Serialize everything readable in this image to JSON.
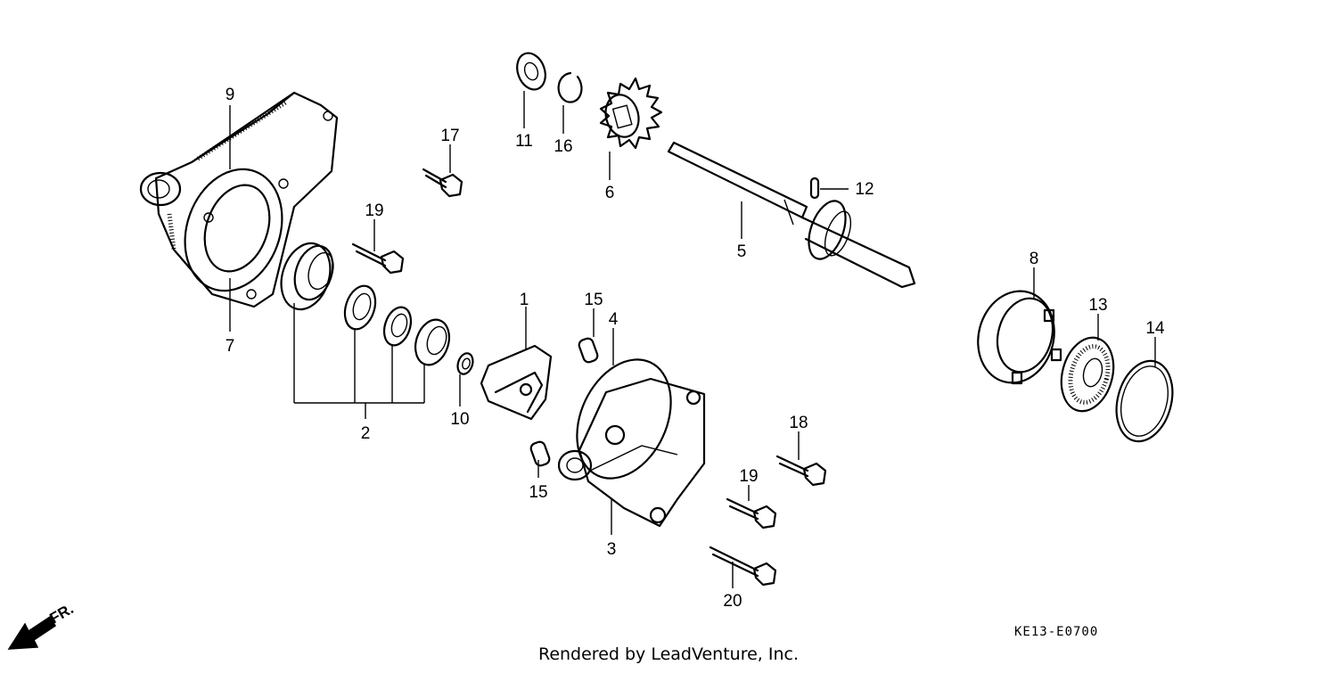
{
  "labels": [
    {
      "id": "1",
      "text": "1"
    },
    {
      "id": "2",
      "text": "2"
    },
    {
      "id": "3",
      "text": "3"
    },
    {
      "id": "4",
      "text": "4"
    },
    {
      "id": "5",
      "text": "5"
    },
    {
      "id": "6",
      "text": "6"
    },
    {
      "id": "7",
      "text": "7"
    },
    {
      "id": "8",
      "text": "8"
    },
    {
      "id": "9",
      "text": "9"
    },
    {
      "id": "10",
      "text": "10"
    },
    {
      "id": "11",
      "text": "11"
    },
    {
      "id": "12",
      "text": "12"
    },
    {
      "id": "13",
      "text": "13"
    },
    {
      "id": "14",
      "text": "14"
    },
    {
      "id": "15a",
      "text": "15"
    },
    {
      "id": "15b",
      "text": "15"
    },
    {
      "id": "16",
      "text": "16"
    },
    {
      "id": "17",
      "text": "17"
    },
    {
      "id": "18",
      "text": "18"
    },
    {
      "id": "19a",
      "text": "19"
    },
    {
      "id": "19b",
      "text": "19"
    },
    {
      "id": "20",
      "text": "20"
    }
  ],
  "direction_label": "FR.",
  "diagram_code": "KE13-E0700",
  "credit": "Rendered by LeadVenture, Inc."
}
